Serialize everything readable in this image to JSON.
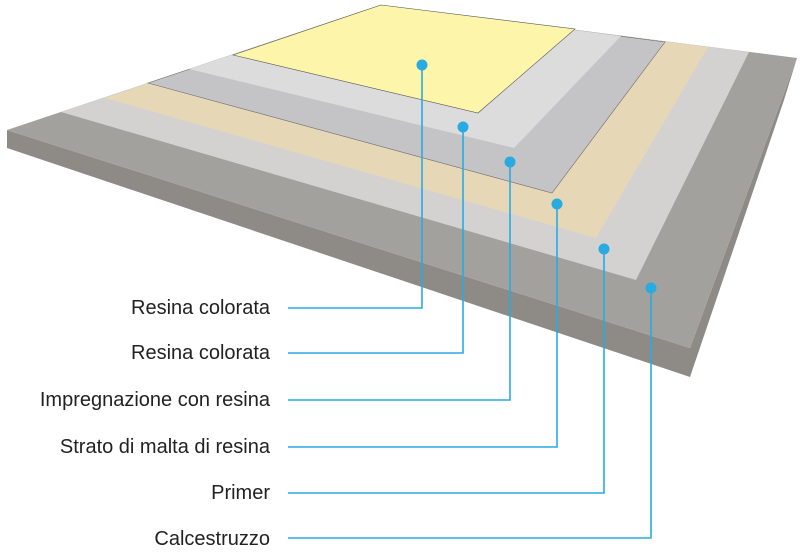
{
  "colors": {
    "leader": "#29abe2",
    "resina_colorata_top": "#fdf5aa",
    "resina_colorata": "#dcdcdc",
    "impregnazione": "#c4c4c6",
    "malta": "#e6d8b7",
    "primer": "#d3d2d0",
    "calcestruzzo": "#a3a19e",
    "calcestruzzo_side": "#8e8b87"
  },
  "layers": [
    {
      "label": "Resina colorata"
    },
    {
      "label": "Resina colorata"
    },
    {
      "label": "Impregnazione con resina"
    },
    {
      "label": "Strato di malta di resina"
    },
    {
      "label": "Primer"
    },
    {
      "label": "Calcestruzzo"
    }
  ]
}
